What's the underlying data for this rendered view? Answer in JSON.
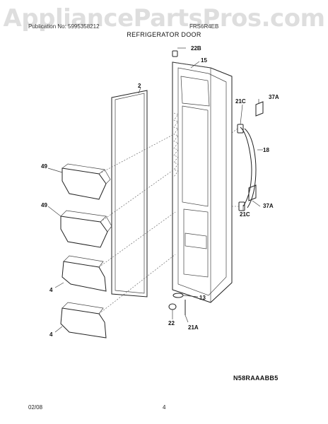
{
  "header": {
    "watermark": "AppliancePartsPros.com",
    "publication_text": "Publication No: 5995358212",
    "model_text": "FRS6R4EB",
    "section_title": "REFRIGERATOR DOOR"
  },
  "diagram": {
    "model_code": "N58RAAABB5",
    "callouts": {
      "c22b": "22B",
      "c15": "15",
      "c2": "2",
      "c21c_top": "21C",
      "c37a_top": "37A",
      "c18": "18",
      "c49_top": "49",
      "c49_bottom": "49",
      "c21c_bottom": "21C",
      "c37a_bottom": "37A",
      "c4_top": "4",
      "c13": "13",
      "c22": "22",
      "c4_bottom": "4",
      "c21a": "21A"
    }
  },
  "footer": {
    "date": "02/08",
    "page": "4"
  }
}
